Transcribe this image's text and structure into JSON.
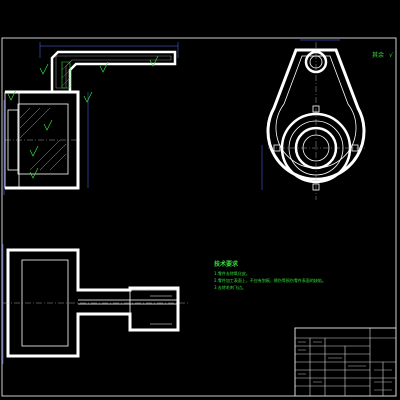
{
  "drawing": {
    "colors": {
      "background": "#000000",
      "outline": "#ffffff",
      "annotation": "#35e03a",
      "dimension": "#5a6cff",
      "centerline": "#c8c8c8",
      "titleblock": "#d9d9d9"
    },
    "view_label": "其余",
    "technical_requirements": {
      "title": "技术要求",
      "items": [
        "1.零件去除氧化皮。",
        "2.零件加工表面上，不应有划痕、擦伤等损伤零件表面的缺陷。",
        "3.去除毛刺飞边。"
      ]
    },
    "roughness_marks": [
      "√",
      "√",
      "√",
      "√",
      "√"
    ]
  }
}
